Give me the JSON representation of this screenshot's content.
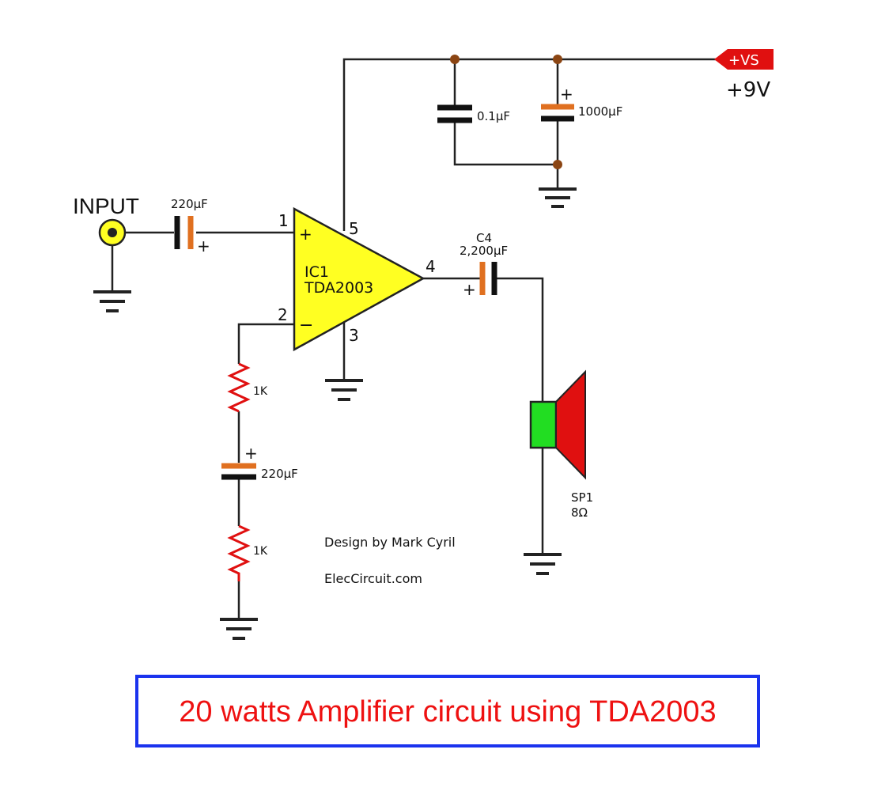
{
  "title": "20 watts Amplifier circuit using TDA2003",
  "credits": {
    "designer": "Design by Mark Cyril",
    "site": "ElecCircuit.com"
  },
  "input": {
    "label": "INPUT"
  },
  "supply": {
    "tag": "+VS",
    "voltage": "+9V"
  },
  "ic": {
    "ref": "IC1",
    "part": "TDA2003",
    "plus_sign": "+",
    "minus_sign": "−",
    "pins": {
      "p1": "1",
      "p2": "2",
      "p3": "3",
      "p4": "4",
      "p5": "5"
    }
  },
  "components": {
    "c_input": {
      "value": "220µF",
      "polarity": "+"
    },
    "c_bypass": {
      "value": "0.1µF"
    },
    "c_filter": {
      "value": "1000µF",
      "polarity": "+"
    },
    "c_output": {
      "ref": "C4",
      "value": "2,200µF",
      "polarity": "+"
    },
    "r_feedback_top": {
      "value": "1K"
    },
    "c_feedback": {
      "value": "220µF",
      "polarity": "+"
    },
    "r_feedback_bottom": {
      "value": "1K"
    },
    "speaker": {
      "ref": "SP1",
      "impedance": "8Ω"
    }
  },
  "colors": {
    "wire": "#222222",
    "ic_body": "#ffff22",
    "capacitor_plate": "#e07020",
    "resistor": "#e01010",
    "speaker_cone": "#e01010",
    "speaker_magnet": "#22dd22",
    "title_text": "#ee1111",
    "title_border": "#1a33ee",
    "supply_tag": "#e01010",
    "node": "#8b4513",
    "input_jack": "#ffff22"
  }
}
